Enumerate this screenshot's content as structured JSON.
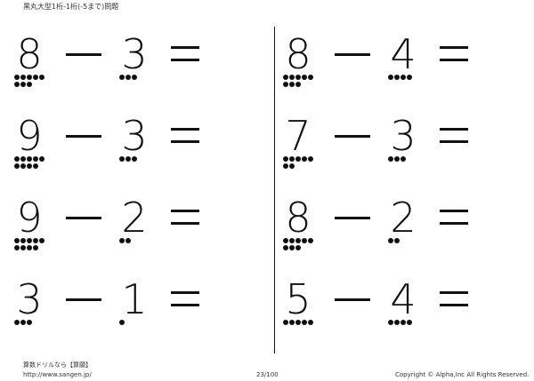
{
  "header": {
    "title": "黒丸大型1桁-1桁(-5まで)問題"
  },
  "problems": [
    {
      "a": "8",
      "a_count": 8,
      "op": "−",
      "b": "3",
      "b_count": 3,
      "eq": "="
    },
    {
      "a": "8",
      "a_count": 8,
      "op": "−",
      "b": "4",
      "b_count": 4,
      "eq": "="
    },
    {
      "a": "9",
      "a_count": 9,
      "op": "−",
      "b": "3",
      "b_count": 3,
      "eq": "="
    },
    {
      "a": "7",
      "a_count": 7,
      "op": "−",
      "b": "3",
      "b_count": 3,
      "eq": "="
    },
    {
      "a": "9",
      "a_count": 9,
      "op": "−",
      "b": "2",
      "b_count": 2,
      "eq": "="
    },
    {
      "a": "8",
      "a_count": 8,
      "op": "−",
      "b": "2",
      "b_count": 2,
      "eq": "="
    },
    {
      "a": "3",
      "a_count": 3,
      "op": "−",
      "b": "1",
      "b_count": 1,
      "eq": "="
    },
    {
      "a": "5",
      "a_count": 5,
      "op": "−",
      "b": "4",
      "b_count": 4,
      "eq": "="
    }
  ],
  "footer": {
    "site_name": "算数ドリルなら【算願】",
    "url": "http://www.sangen.jp/",
    "page": "23/100",
    "copyright": "Copyright © Alpha,Inc All Rights Reserved."
  }
}
